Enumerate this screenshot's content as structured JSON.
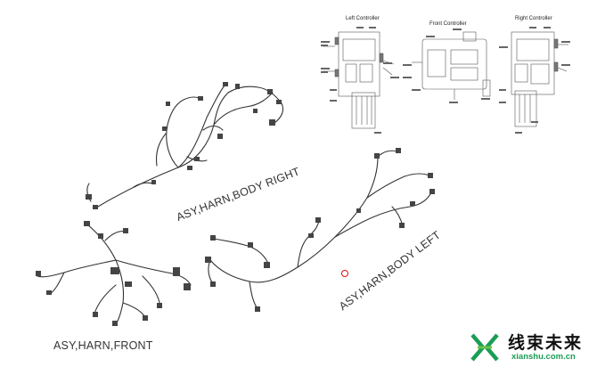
{
  "controllers": {
    "left_title": "Left Controller",
    "front_title": "Front Controller",
    "right_title": "Right Controller"
  },
  "harnesses": {
    "body_right_label": "ASY,HARN,BODY RIGHT",
    "body_left_label": "ASY,HARN,BODY LEFT",
    "front_label": "ASY,HARN,FRONT"
  },
  "logo": {
    "chinese_text": "线束未来",
    "url_text": "xianshu.com.cn",
    "brand_color": "#1a9d56"
  },
  "marker_color": "#dd1111"
}
